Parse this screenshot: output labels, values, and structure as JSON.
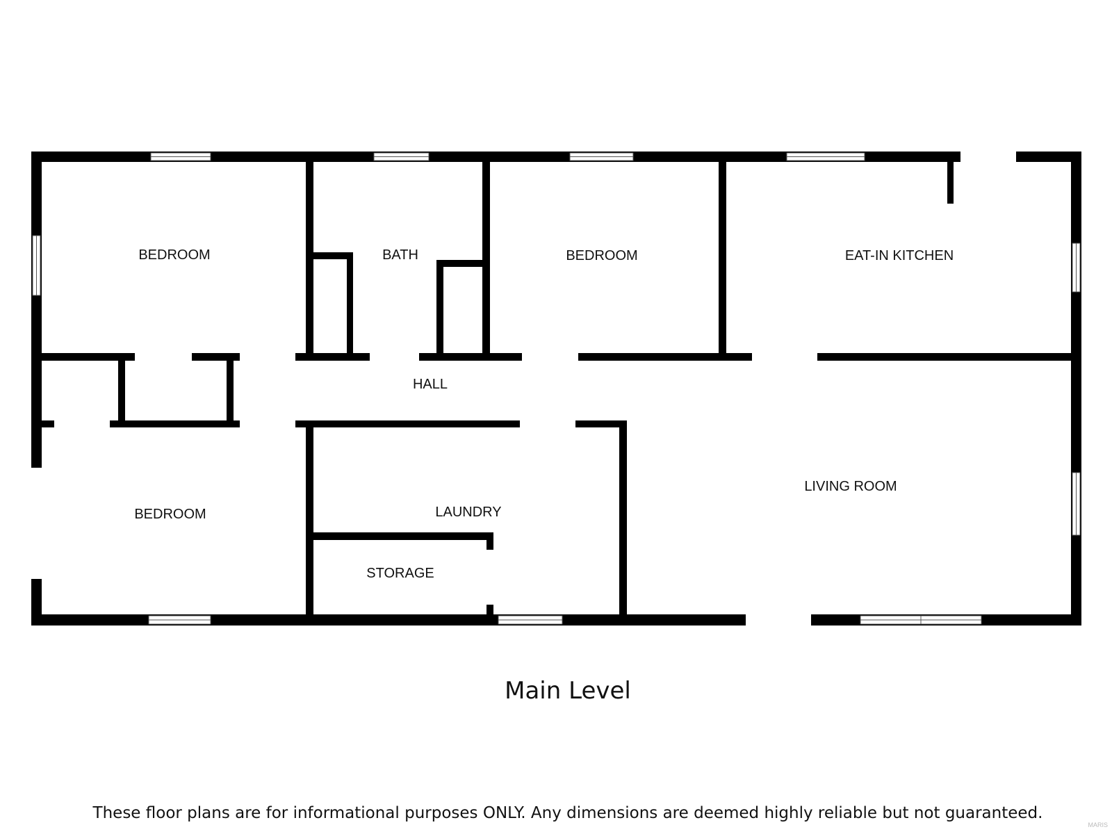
{
  "plan": {
    "rooms": [
      {
        "id": "bedroom-1",
        "label": "BEDROOM"
      },
      {
        "id": "bath",
        "label": "BATH"
      },
      {
        "id": "bedroom-2",
        "label": "BEDROOM"
      },
      {
        "id": "kitchen",
        "label": "EAT-IN KITCHEN"
      },
      {
        "id": "hall",
        "label": "HALL"
      },
      {
        "id": "living-room",
        "label": "LIVING ROOM"
      },
      {
        "id": "bedroom-3",
        "label": "BEDROOM"
      },
      {
        "id": "laundry",
        "label": "LAUNDRY"
      },
      {
        "id": "storage",
        "label": "STORAGE"
      }
    ],
    "wall_color": "#000000",
    "background_color": "#ffffff"
  },
  "footer": {
    "level_title": "Main Level",
    "disclaimer": "These floor plans are for informational purposes ONLY. Any dimensions are deemed highly reliable but not guaranteed.",
    "watermark": "MARIS"
  }
}
